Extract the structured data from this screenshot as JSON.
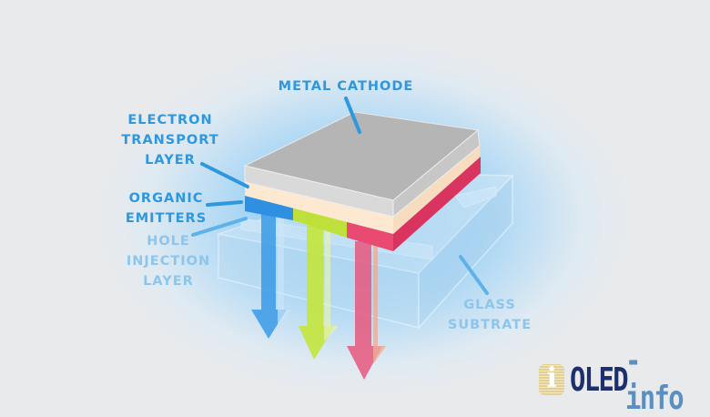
{
  "labels": {
    "metal_cathode": [
      "METAL CATHODE"
    ],
    "electron_transport": [
      "ELECTRON",
      "TRANSPORT",
      "LAYER"
    ],
    "organic_emitters": [
      "ORGANIC",
      "EMITTERS"
    ],
    "hole_injection": [
      "HOLE",
      "INJECTION",
      "LAYER"
    ],
    "glass_substrate": [
      "GLASS",
      "SUBTRATE"
    ]
  },
  "logo": {
    "part1": "OLED",
    "part2": "-info"
  },
  "colors": {
    "label": "#2f97dd",
    "blue_emitter": "#2f8fe0",
    "green_emitter": "#bfe03a",
    "red_emitter": "#e84a72",
    "cathode": "#bdbdbd",
    "transport": "#fde8d2"
  }
}
